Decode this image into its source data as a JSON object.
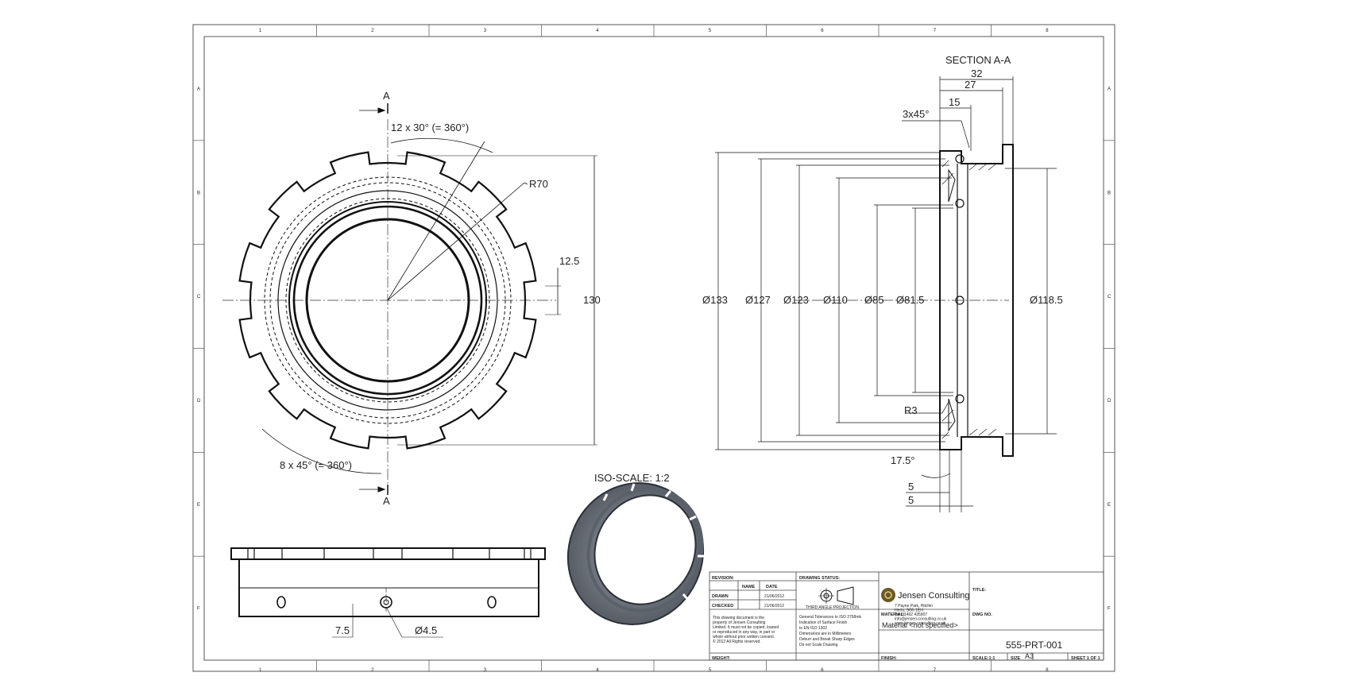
{
  "drawing": {
    "zone_columns": [
      "1",
      "2",
      "3",
      "4",
      "5",
      "6",
      "7",
      "8"
    ],
    "zone_rows": [
      "A",
      "B",
      "C",
      "D",
      "E",
      "F"
    ]
  },
  "front_view": {
    "section_mark": "A",
    "section_mark_bottom": "A",
    "slot_pattern_label": "12 x 30° (= 360°)",
    "hole_pattern_label": "8 x 45° (= 360°)",
    "radius_label": "R70",
    "slot_width_label": "12.5",
    "height_label": "130"
  },
  "section_view": {
    "title": "SECTION A-A",
    "dims": {
      "d32": "32",
      "d27": "27",
      "d15": "15",
      "chamfer": "3x45°",
      "dia133": "Ø133",
      "dia127": "Ø127",
      "dia123": "Ø123",
      "dia110": "Ø110",
      "dia85": "Ø85",
      "dia81_5": "Ø81.5",
      "dia118_5": "Ø118.5",
      "r3": "R3",
      "angle": "17.5°",
      "five_a": "5",
      "five_b": "5"
    }
  },
  "side_view": {
    "offset_label": "7.5",
    "hole_label": "Ø4.5"
  },
  "iso_view": {
    "label": "ISO-SCALE: 1:2"
  },
  "title_block": {
    "revision_label": "REVISION:",
    "name_header": "NAME",
    "date_header": "DATE",
    "drawn_label": "DRAWN",
    "drawn_name": "",
    "drawn_date": "21/06/2012",
    "checked_label": "CHECKED",
    "checked_date": "21/06/2012",
    "drawing_status_label": "DRAWING STATUS:",
    "projection_label": "THIRD ANGLE PROJECTION",
    "company": "Jensen Consulting",
    "address_lines": [
      "7 Payne Park, Hitchin",
      "Herts, SG5 1EH",
      "Tel: 01462 435907",
      "info@jensen-consulting.co.uk",
      "www.jensen-consulting.co.uk"
    ],
    "title_label": "TITLE:",
    "notice_lines": [
      "This drawing document is the",
      "property of Jensen Consulting",
      "Limited. It must not be copied, loaned",
      "or reproduced in any way, in part or",
      "whole without prior written consent.",
      "© 2012 All Rights reserved."
    ],
    "tolerance_lines": [
      "General Tolerances to ISO 2768mk",
      "Indication of Surface Finish",
      "to EN ISO 1302",
      "Dimensions are in Millimeters",
      "Deburr and Break Sharp Edges",
      "Do not Scale Drawing"
    ],
    "material_label": "MATERIAL:",
    "material_value": "Material <not specified>",
    "dwg_no_label": "DWG NO.",
    "dwg_no_value": "555-PRT-001",
    "weight_label": "WEIGHT:",
    "finish_label": "FINISH:",
    "scale_label": "SCALE:1:1",
    "size_label": "SIZE",
    "size_value": "A3",
    "sheet_label": "SHEET 1 OF 1"
  }
}
